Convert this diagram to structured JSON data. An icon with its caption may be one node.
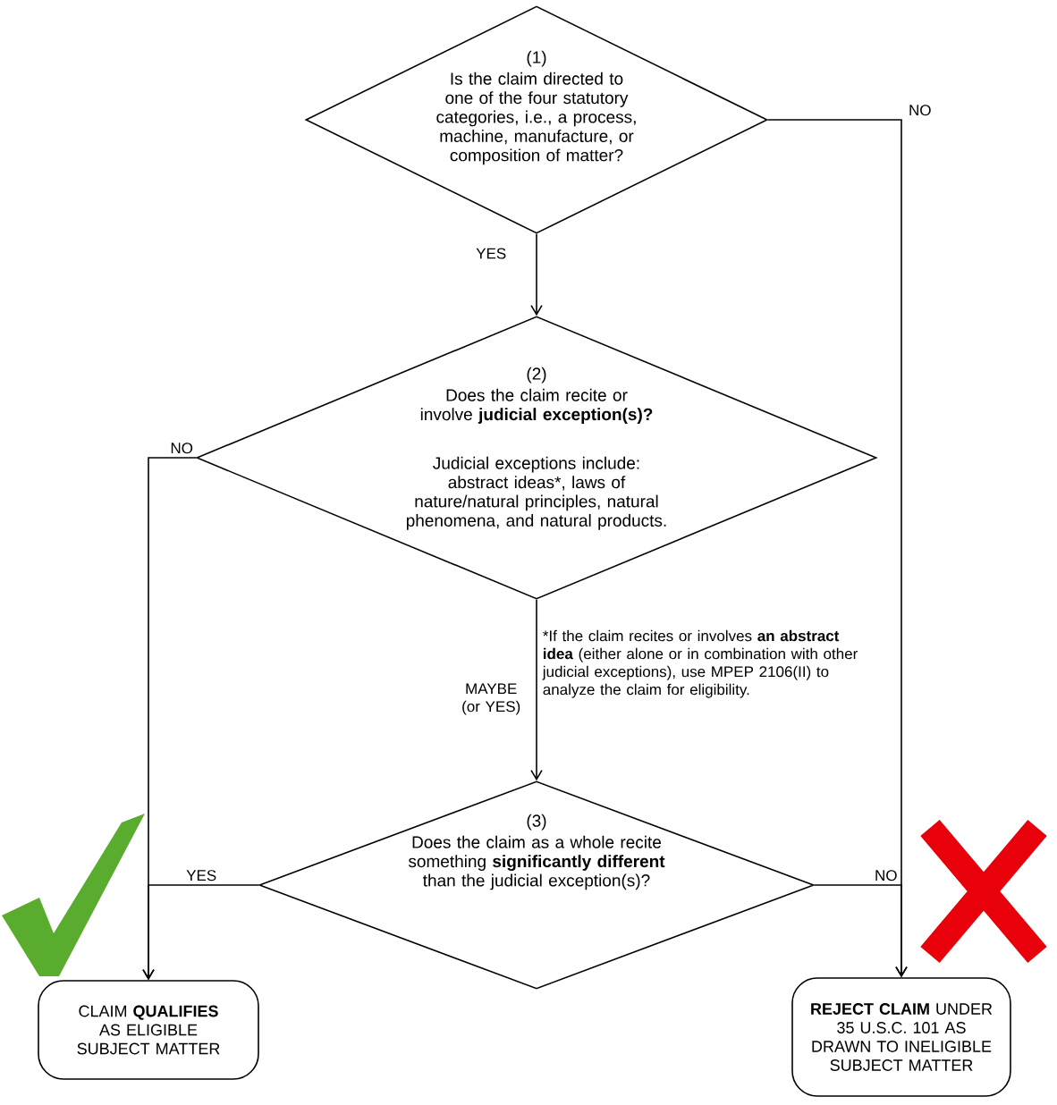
{
  "diagram": {
    "nodes": [
      {
        "text": [
          "(1)",
          "Is the claim directed to one of the four statutory categories, i.e., a process, machine, manufacture, or composition of matter?"
        ]
      },
      {
        "text": [
          "(2)",
          "Does the claim recite or involve **judicial exception(s)?**",
          "Judicial exceptions include: abstract ideas*, laws of nature/natural principles, natural phenomena, and natural products."
        ]
      },
      {
        "text": [
          "(3)",
          "Does the claim as a whole recite something **significantly different** than the judicial exception(s)?"
        ]
      },
      {
        "text": [
          "CLAIM **QUALIFIES** AS ELIGIBLE SUBJECT MATTER"
        ]
      },
      {
        "text": [
          "**REJECT CLAIM** UNDER 35 U.S.C. 101 AS DRAWN TO INELIGIBLE SUBJECT MATTER"
        ]
      }
    ],
    "edges": [
      {
        "from": 0,
        "to": 1,
        "arrow": "to",
        "label": "YES"
      },
      {
        "from": 0,
        "to": 4,
        "arrow": "to",
        "label": "NO"
      },
      {
        "from": 1,
        "to": 3,
        "arrow": "to",
        "label": "NO"
      },
      {
        "from": 1,
        "to": 2,
        "arrow": "to",
        "label": "MAYBE (or YES)"
      },
      {
        "from": 2,
        "to": 3,
        "arrow": "to",
        "label": "YES"
      },
      {
        "from": 2,
        "to": 4,
        "arrow": "to",
        "label": "NO"
      }
    ],
    "labels": [
      "*If the claim recites or involves **an abstract idea** (either alone or in combination with other judicial exceptions), use MPEP 2106(II) to analyze the claim for eligibility."
    ]
  }
}
